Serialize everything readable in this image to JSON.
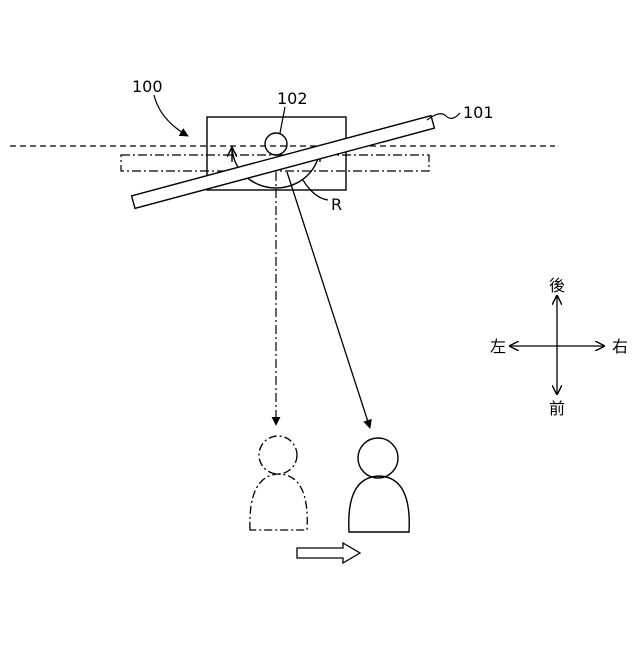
{
  "labels": {
    "device_ref": "100",
    "panel_ref": "101",
    "camera_ref": "102",
    "rotation_ref": "R"
  },
  "compass": {
    "back": "後",
    "front": "前",
    "left": "左",
    "right": "右"
  },
  "colors": {
    "line": "#000000",
    "background": "#ffffff"
  }
}
